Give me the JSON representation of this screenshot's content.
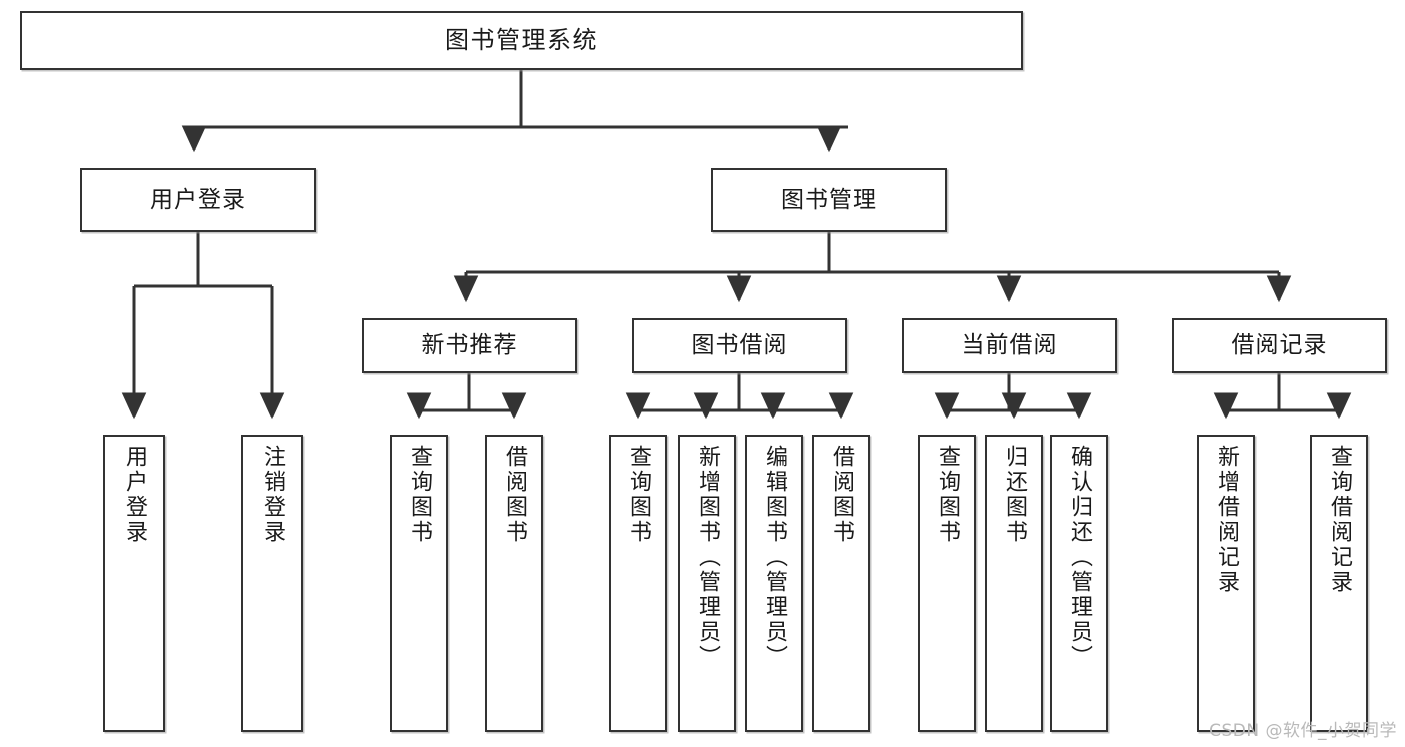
{
  "diagram": {
    "type": "tree-hierarchy-chart",
    "title": "图书管理系统",
    "orientation": "top-down",
    "colors": {
      "box_border": "#333333",
      "box_fill": "#ffffff",
      "connector": "#333333",
      "text": "#1a1a1a",
      "watermark": "#b9b9b9",
      "background": "#ffffff"
    }
  },
  "root": {
    "label": "图书管理系统"
  },
  "level2": [
    {
      "label": "用户登录"
    },
    {
      "label": "图书管理"
    }
  ],
  "level3": [
    {
      "label": "新书推荐"
    },
    {
      "label": "图书借阅"
    },
    {
      "label": "当前借阅"
    },
    {
      "label": "借阅记录"
    }
  ],
  "leaves": {
    "user_login": [
      {
        "label": "用户登录"
      },
      {
        "label": "注销登录"
      }
    ],
    "new_book_recommend": [
      {
        "label": "查询图书"
      },
      {
        "label": "借阅图书"
      }
    ],
    "book_borrow": [
      {
        "label": "查询图书"
      },
      {
        "label": "新增图书（管理员）"
      },
      {
        "label": "编辑图书（管理员）"
      },
      {
        "label": "借阅图书"
      }
    ],
    "current_borrow": [
      {
        "label": "查询图书"
      },
      {
        "label": "归还图书"
      },
      {
        "label": "确认归还（管理员）"
      }
    ],
    "borrow_record": [
      {
        "label": "新增借阅记录"
      },
      {
        "label": "查询借阅记录"
      }
    ]
  },
  "watermark": {
    "text": "CSDN @软件_小贺同学"
  }
}
